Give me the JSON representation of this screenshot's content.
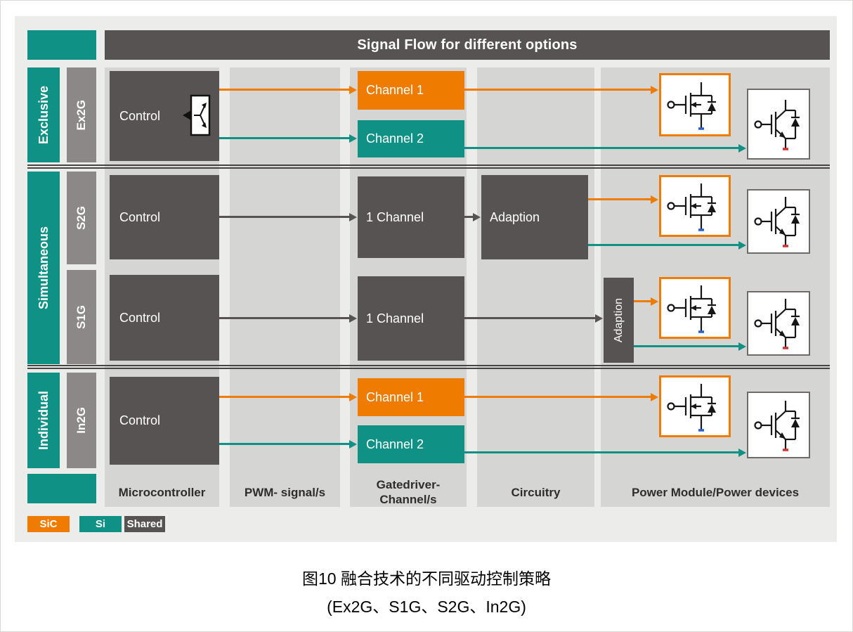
{
  "header": {
    "title": "Signal Flow for different options"
  },
  "row_groups": [
    {
      "label": "Exclusive"
    },
    {
      "label": "Simultaneous"
    },
    {
      "label": "Individual"
    }
  ],
  "rows": [
    {
      "variant": "Ex2G",
      "control": "Control",
      "channel1": "Channel 1",
      "channel2": "Channel 2"
    },
    {
      "variant": "S2G",
      "control": "Control",
      "channel": "1 Channel",
      "adaption": "Adaption"
    },
    {
      "variant": "S1G",
      "control": "Control",
      "channel": "1 Channel",
      "adaption": "Adaption"
    },
    {
      "variant": "In2G",
      "control": "Control",
      "channel1": "Channel 1",
      "channel2": "Channel 2"
    }
  ],
  "columns": [
    {
      "label": "Microcontroller"
    },
    {
      "label": "PWM- signal/s"
    },
    {
      "label_line1": "Gatedriver-",
      "label_line2": "Channel/s"
    },
    {
      "label": "Circuitry"
    },
    {
      "label": "Power Module/Power devices"
    }
  ],
  "legend": [
    {
      "label": "SiC",
      "color": "#ef7c00"
    },
    {
      "label": "Si",
      "color": "#0f9186"
    },
    {
      "label": "Shared",
      "color": "#575352"
    }
  ],
  "caption": {
    "line1": "图10  融合技术的不同驱动控制策略",
    "line2": "(Ex2G、S1G、S2G、In2G)"
  },
  "colors": {
    "sic_orange": "#ef7c00",
    "si_teal": "#0f9186",
    "shared_dark": "#575352",
    "variant_gray": "#8b8887",
    "band_gray": "#d5d5d3",
    "panel_bg": "#ececea"
  },
  "icons": {
    "control_switch": "demux-switch-icon",
    "sic_device": "sic-mosfet-icon",
    "si_device": "igbt-icon"
  }
}
